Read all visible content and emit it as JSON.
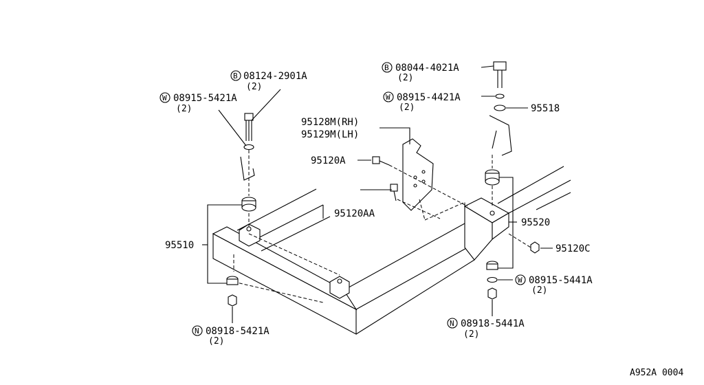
{
  "diagram": {
    "callouts": [
      {
        "id": "c1",
        "prefix": "B",
        "part": "08124-2901A",
        "qty": "(2)"
      },
      {
        "id": "c2",
        "prefix": "W",
        "part": "08915-5421A",
        "qty": "(2)"
      },
      {
        "id": "c3",
        "prefix": "B",
        "part": "08044-4021A",
        "qty": "(2)"
      },
      {
        "id": "c4",
        "prefix": "W",
        "part": "08915-4421A",
        "qty": "(2)"
      },
      {
        "id": "c5",
        "prefix": "",
        "part": "95518",
        "qty": ""
      },
      {
        "id": "c6",
        "prefix": "",
        "part": "95128M(RH)",
        "qty": ""
      },
      {
        "id": "c7",
        "prefix": "",
        "part": "95129M(LH)",
        "qty": ""
      },
      {
        "id": "c8",
        "prefix": "",
        "part": "95120A",
        "qty": ""
      },
      {
        "id": "c9",
        "prefix": "",
        "part": "95120AA",
        "qty": ""
      },
      {
        "id": "c10",
        "prefix": "",
        "part": "95520",
        "qty": ""
      },
      {
        "id": "c11",
        "prefix": "",
        "part": "95510",
        "qty": ""
      },
      {
        "id": "c12",
        "prefix": "",
        "part": "95120C",
        "qty": ""
      },
      {
        "id": "c13",
        "prefix": "W",
        "part": "08915-5441A",
        "qty": "(2)"
      },
      {
        "id": "c14",
        "prefix": "N",
        "part": "08918-5441A",
        "qty": "(2)"
      },
      {
        "id": "c15",
        "prefix": "N",
        "part": "08918-5421A",
        "qty": "(2)"
      }
    ],
    "figure_code": "A952A 0004"
  }
}
